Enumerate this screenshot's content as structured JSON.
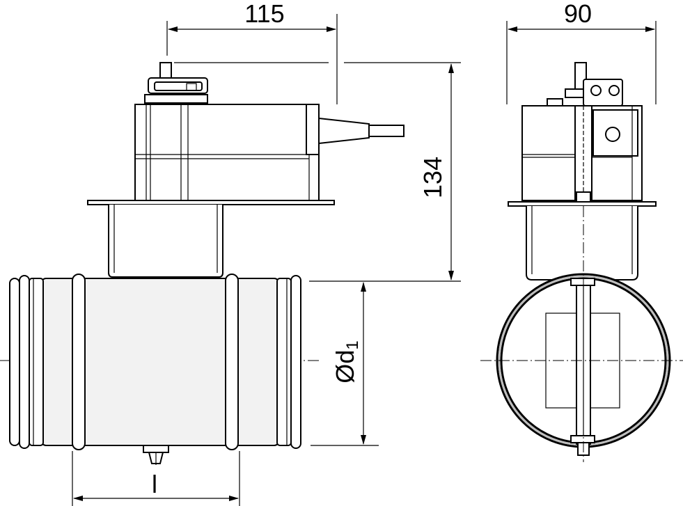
{
  "dimensions": {
    "width_side": "115",
    "width_front": "90",
    "height": "134",
    "diameter_symbol": "Ød",
    "diameter_sub": "1",
    "length": "l"
  }
}
